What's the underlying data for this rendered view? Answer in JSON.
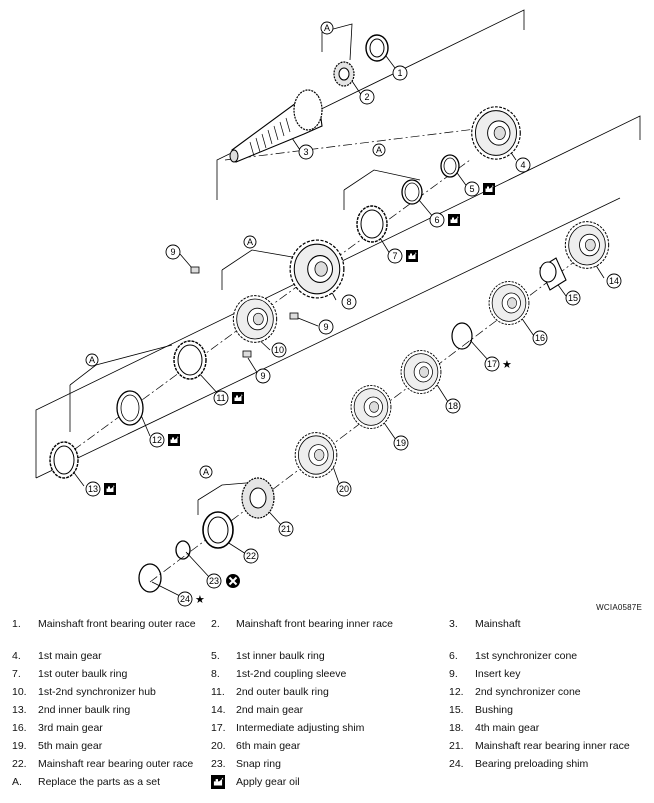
{
  "diagram": {
    "callouts": [
      {
        "id": "c1",
        "label": "1"
      },
      {
        "id": "c2",
        "label": "2"
      },
      {
        "id": "c3",
        "label": "3"
      },
      {
        "id": "c4",
        "label": "4"
      },
      {
        "id": "c5",
        "label": "5"
      },
      {
        "id": "c6",
        "label": "6"
      },
      {
        "id": "c7",
        "label": "7"
      },
      {
        "id": "c8",
        "label": "8"
      },
      {
        "id": "c9a",
        "label": "9"
      },
      {
        "id": "c9b",
        "label": "9"
      },
      {
        "id": "c9c",
        "label": "9"
      },
      {
        "id": "c10",
        "label": "10"
      },
      {
        "id": "c11",
        "label": "11"
      },
      {
        "id": "c12",
        "label": "12"
      },
      {
        "id": "c13",
        "label": "13"
      },
      {
        "id": "c14",
        "label": "14"
      },
      {
        "id": "c15",
        "label": "15"
      },
      {
        "id": "c16",
        "label": "16"
      },
      {
        "id": "c17",
        "label": "17"
      },
      {
        "id": "c18",
        "label": "18"
      },
      {
        "id": "c19",
        "label": "19"
      },
      {
        "id": "c20",
        "label": "20"
      },
      {
        "id": "c21",
        "label": "21"
      },
      {
        "id": "c22",
        "label": "22"
      },
      {
        "id": "c23",
        "label": "23"
      },
      {
        "id": "c24",
        "label": "24"
      }
    ],
    "set_markers": [
      "A",
      "A",
      "A",
      "A",
      "A"
    ],
    "star_symbol": "★",
    "code": "WCIA0587E"
  },
  "legend": [
    [
      {
        "num": "1.",
        "text": "Mainshaft front bearing outer race"
      },
      {
        "num": "2.",
        "text": "Mainshaft front bearing inner race"
      },
      {
        "num": "3.",
        "text": "Mainshaft"
      }
    ],
    [
      {
        "num": "4.",
        "text": "1st main gear"
      },
      {
        "num": "5.",
        "text": "1st inner baulk ring"
      },
      {
        "num": "6.",
        "text": "1st synchronizer cone"
      }
    ],
    [
      {
        "num": "7.",
        "text": "1st outer baulk ring"
      },
      {
        "num": "8.",
        "text": "1st-2nd coupling sleeve"
      },
      {
        "num": "9.",
        "text": "Insert key"
      }
    ],
    [
      {
        "num": "10.",
        "text": "1st-2nd synchronizer hub"
      },
      {
        "num": "11.",
        "text": "2nd outer baulk ring"
      },
      {
        "num": "12.",
        "text": "2nd synchronizer cone"
      }
    ],
    [
      {
        "num": "13.",
        "text": "2nd inner baulk ring"
      },
      {
        "num": "14.",
        "text": "2nd main gear"
      },
      {
        "num": "15.",
        "text": "Bushing"
      }
    ],
    [
      {
        "num": "16.",
        "text": "3rd main gear"
      },
      {
        "num": "17.",
        "text": "Intermediate adjusting shim"
      },
      {
        "num": "18.",
        "text": "4th main gear"
      }
    ],
    [
      {
        "num": "19.",
        "text": "5th main gear"
      },
      {
        "num": "20.",
        "text": "6th main gear"
      },
      {
        "num": "21.",
        "text": "Mainshaft rear bearing inner race"
      }
    ],
    [
      {
        "num": "22.",
        "text": "Mainshaft rear bearing outer race"
      },
      {
        "num": "23.",
        "text": "Snap ring"
      },
      {
        "num": "24.",
        "text": "Bearing preloading shim"
      }
    ],
    [
      {
        "num": "A.",
        "text": "Replace the parts as a set"
      },
      {
        "num": "",
        "text": "Apply gear oil"
      }
    ]
  ]
}
